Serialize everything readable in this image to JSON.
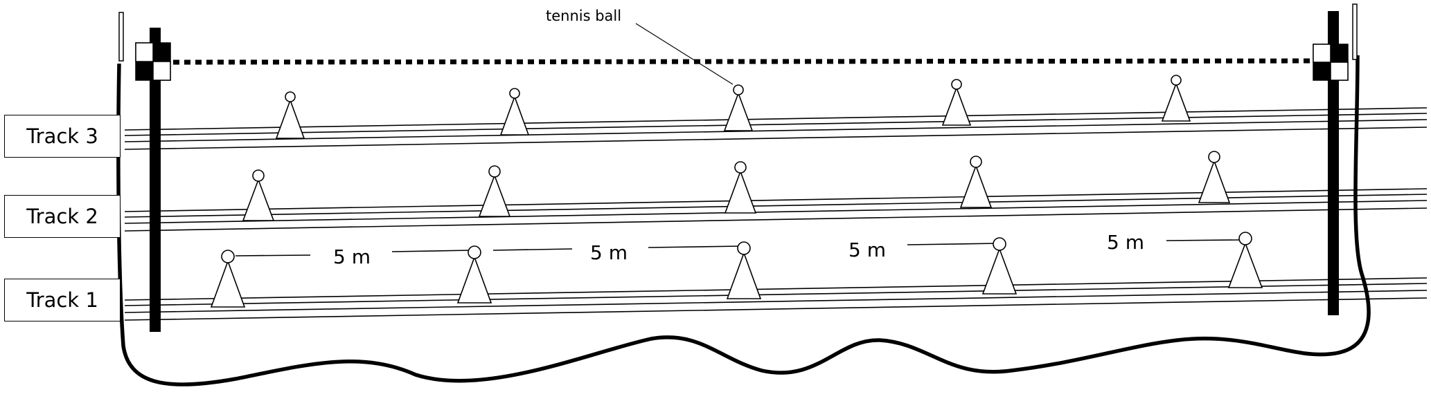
{
  "annotation": {
    "text": "tennis ball"
  },
  "tracks": [
    {
      "label": "Track 3"
    },
    {
      "label": "Track 2"
    },
    {
      "label": "Track 1"
    }
  ],
  "distances": [
    "5 m",
    "5 m",
    "5 m",
    "5 m"
  ]
}
